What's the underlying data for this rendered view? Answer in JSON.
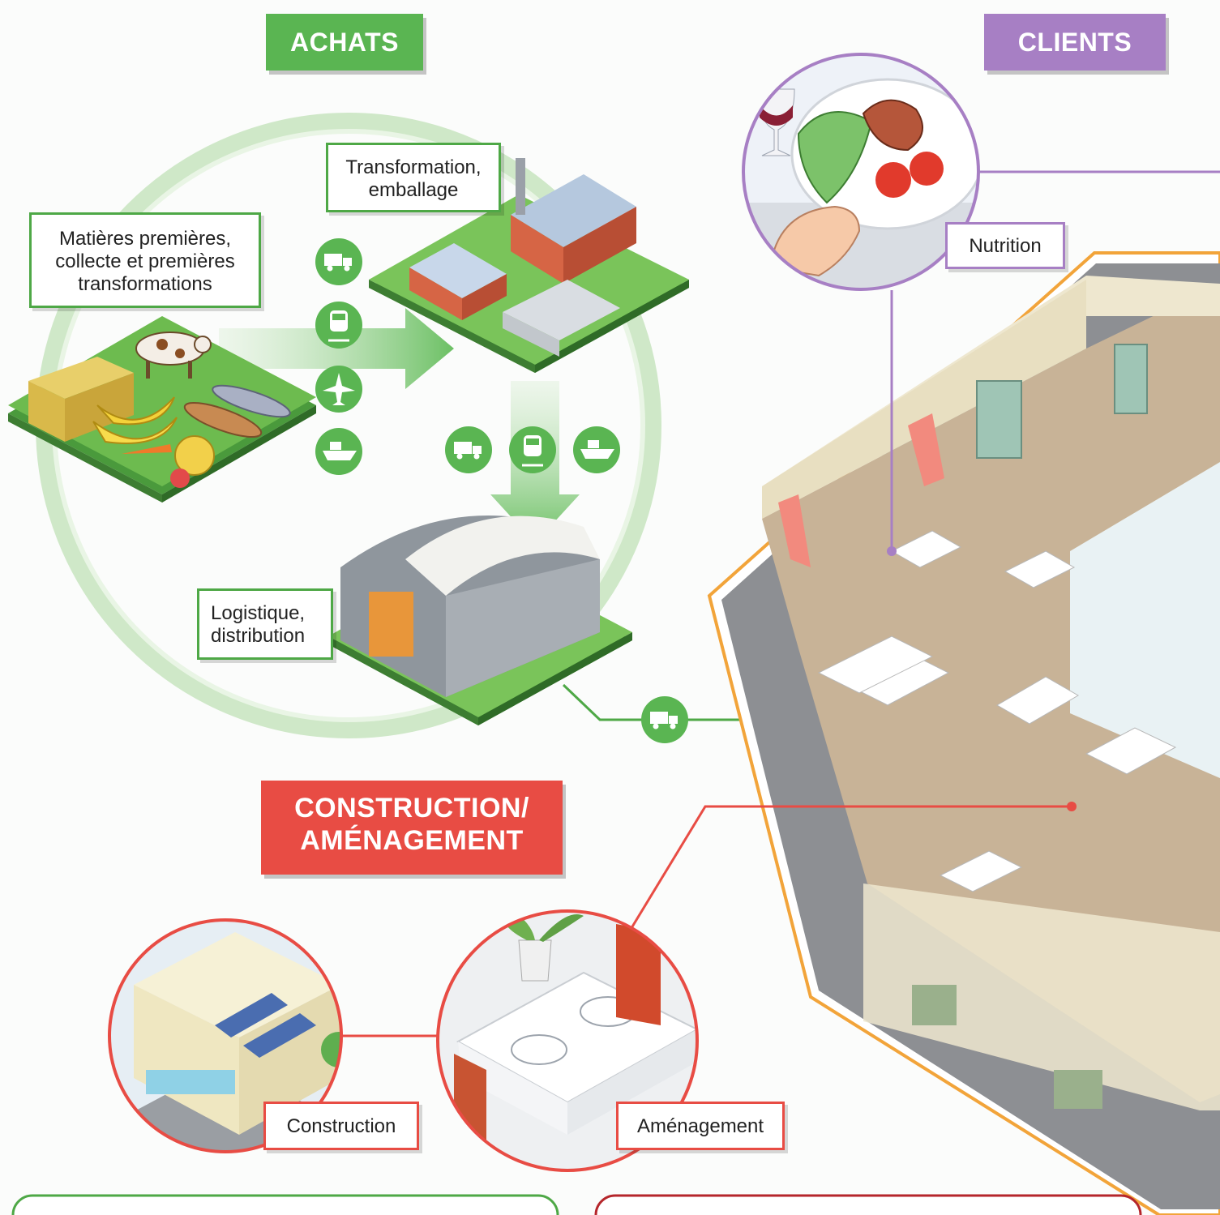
{
  "sections": {
    "achats": "ACHATS",
    "clients": "CLIENTS",
    "construction_line1": "CONSTRUCTION/",
    "construction_line2": "AMÉNAGEMENT"
  },
  "labels": {
    "transformation_line1": "Transformation,",
    "transformation_line2": "emballage",
    "matieres_line1": "Matières premières,",
    "matieres_line2": "collecte et premières",
    "matieres_line3": "transformations",
    "logistique_line1": "Logistique,",
    "logistique_line2": "distribution",
    "nutrition": "Nutrition",
    "construction": "Construction",
    "amenagement": "Aménagement"
  },
  "transport_icons": [
    "truck-icon",
    "train-icon",
    "plane-icon",
    "ship-icon"
  ],
  "colors": {
    "achats": "#5ab552",
    "clients": "#a77fc4",
    "construction": "#e84c44",
    "building_outline": "#f2a43a"
  }
}
